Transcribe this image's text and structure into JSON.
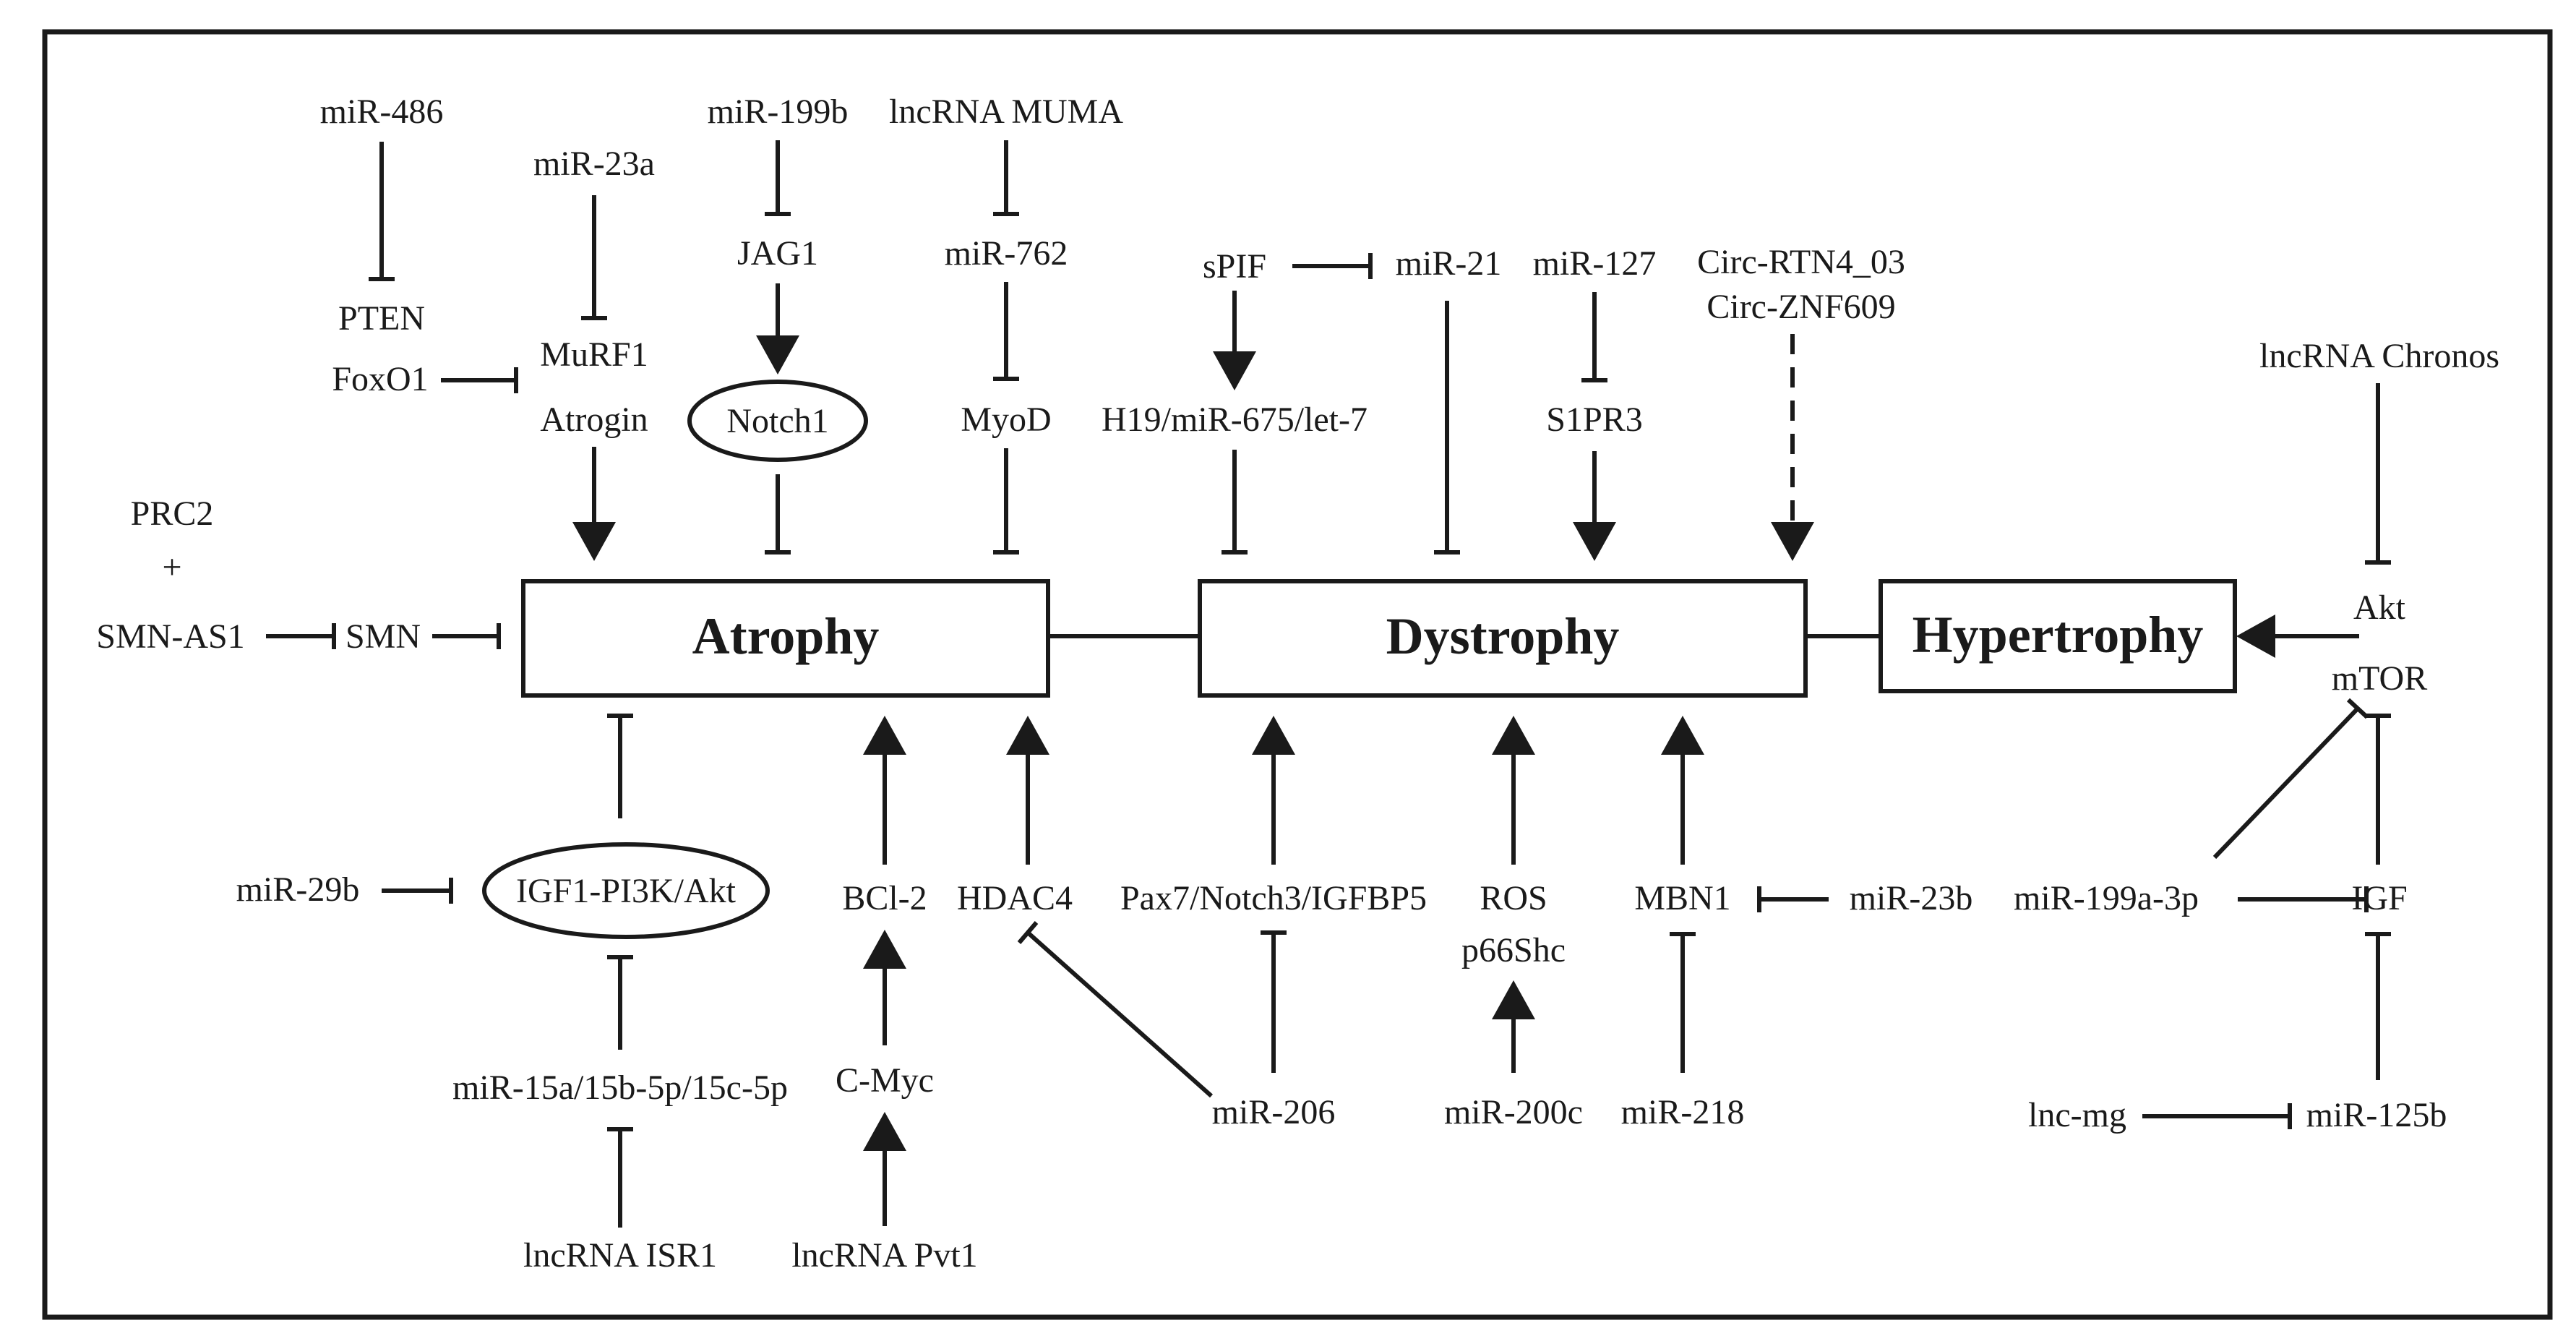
{
  "nodes": {
    "atrophy": "Atrophy",
    "dystrophy": "Dystrophy",
    "hypertrophy": "Hypertrophy",
    "mir486": "miR-486",
    "pten": "PTEN",
    "mir23a": "miR-23a",
    "murf1": "MuRF1",
    "foxo1": "FoxO1",
    "atrogin": "Atrogin",
    "mir199b": "miR-199b",
    "jag1": "JAG1",
    "notch1": "Notch1",
    "lncrna_muma": "lncRNA MUMA",
    "mir762": "miR-762",
    "myod": "MyoD",
    "prc2": "PRC2",
    "plus": "+",
    "smn_as1": "SMN-AS1",
    "smn": "SMN",
    "spif": "sPIF",
    "mir21": "miR-21",
    "h19": "H19/miR-675/let-7",
    "mir127": "miR-127",
    "s1pr3": "S1PR3",
    "circ_rtn4": "Circ-RTN4_03",
    "circ_znf609": "Circ-ZNF609",
    "lncrna_chronos": "lncRNA Chronos",
    "akt": "Akt",
    "mtor": "mTOR",
    "mir29b": "miR-29b",
    "igf1_pi3k": "IGF1-PI3K/Akt",
    "bcl2": "BCl-2",
    "hdac4": "HDAC4",
    "cmyc": "C-Myc",
    "mir15a": "miR-15a/15b-5p/15c-5p",
    "lncrna_isr1": "lncRNA ISR1",
    "lncrna_pvt1": "lncRNA Pvt1",
    "pax7": "Pax7/Notch3/IGFBP5",
    "mir206": "miR-206",
    "ros": "ROS",
    "p66shc": "p66Shc",
    "mir200c": "miR-200c",
    "mbn1": "MBN1",
    "mir23b": "miR-23b",
    "mir218": "miR-218",
    "mir199a": "miR-199a-3p",
    "igf": "IGF",
    "lnc_mg": "lnc-mg",
    "mir125b": "miR-125b"
  },
  "edges": [
    {
      "from": "miR-486",
      "to": "PTEN",
      "type": "inhibit"
    },
    {
      "from": "miR-23a",
      "to": "MuRF1",
      "type": "inhibit"
    },
    {
      "from": "FoxO1",
      "to": "MuRF1/Atrogin",
      "type": "inhibit"
    },
    {
      "from": "Atrogin",
      "to": "Atrophy",
      "type": "activate"
    },
    {
      "from": "miR-199b",
      "to": "JAG1",
      "type": "inhibit"
    },
    {
      "from": "JAG1",
      "to": "Notch1",
      "type": "activate"
    },
    {
      "from": "Notch1",
      "to": "Atrophy",
      "type": "inhibit"
    },
    {
      "from": "lncRNA MUMA",
      "to": "miR-762",
      "type": "inhibit"
    },
    {
      "from": "miR-762",
      "to": "MyoD",
      "type": "inhibit"
    },
    {
      "from": "MyoD",
      "to": "Atrophy",
      "type": "inhibit"
    },
    {
      "from": "SMN-AS1",
      "to": "SMN",
      "type": "inhibit"
    },
    {
      "from": "SMN",
      "to": "Atrophy",
      "type": "inhibit"
    },
    {
      "from": "sPIF",
      "to": "miR-21",
      "type": "inhibit"
    },
    {
      "from": "sPIF",
      "to": "H19/miR-675/let-7",
      "type": "activate"
    },
    {
      "from": "H19/miR-675/let-7",
      "to": "Dystrophy",
      "type": "inhibit"
    },
    {
      "from": "miR-21",
      "to": "Dystrophy",
      "type": "inhibit"
    },
    {
      "from": "miR-127",
      "to": "S1PR3",
      "type": "inhibit"
    },
    {
      "from": "S1PR3",
      "to": "Dystrophy",
      "type": "activate"
    },
    {
      "from": "Circ-RTN4_03/Circ-ZNF609",
      "to": "Dystrophy",
      "type": "activate-dashed"
    },
    {
      "from": "lncRNA Chronos",
      "to": "Akt",
      "type": "inhibit"
    },
    {
      "from": "Akt/mTOR",
      "to": "Hypertrophy",
      "type": "activate"
    },
    {
      "from": "IGF1-PI3K/Akt",
      "to": "Atrophy",
      "type": "inhibit"
    },
    {
      "from": "miR-29b",
      "to": "IGF1-PI3K/Akt",
      "type": "inhibit"
    },
    {
      "from": "miR-15a/15b-5p/15c-5p",
      "to": "IGF1-PI3K/Akt",
      "type": "inhibit"
    },
    {
      "from": "lncRNA ISR1",
      "to": "miR-15a/15b-5p/15c-5p",
      "type": "inhibit"
    },
    {
      "from": "BCl-2",
      "to": "Atrophy",
      "type": "activate"
    },
    {
      "from": "C-Myc",
      "to": "BCl-2",
      "type": "activate"
    },
    {
      "from": "lncRNA Pvt1",
      "to": "C-Myc",
      "type": "activate"
    },
    {
      "from": "HDAC4",
      "to": "Atrophy",
      "type": "activate"
    },
    {
      "from": "miR-206",
      "to": "HDAC4",
      "type": "inhibit"
    },
    {
      "from": "miR-206",
      "to": "Pax7/Notch3/IGFBP5",
      "type": "inhibit"
    },
    {
      "from": "Pax7/Notch3/IGFBP5",
      "to": "Dystrophy",
      "type": "activate"
    },
    {
      "from": "ROS",
      "to": "Dystrophy",
      "type": "activate"
    },
    {
      "from": "miR-200c",
      "to": "p66Shc",
      "type": "activate"
    },
    {
      "from": "MBN1",
      "to": "Dystrophy",
      "type": "activate"
    },
    {
      "from": "miR-23b",
      "to": "MBN1",
      "type": "inhibit"
    },
    {
      "from": "miR-218",
      "to": "MBN1",
      "type": "inhibit"
    },
    {
      "from": "miR-199a-3p",
      "to": "mTOR",
      "type": "inhibit"
    },
    {
      "from": "miR-199a-3p",
      "to": "IGF",
      "type": "inhibit"
    },
    {
      "from": "IGF",
      "to": "mTOR",
      "type": "inhibit"
    },
    {
      "from": "miR-125b",
      "to": "IGF",
      "type": "inhibit"
    },
    {
      "from": "lnc-mg",
      "to": "miR-125b",
      "type": "inhibit"
    }
  ]
}
